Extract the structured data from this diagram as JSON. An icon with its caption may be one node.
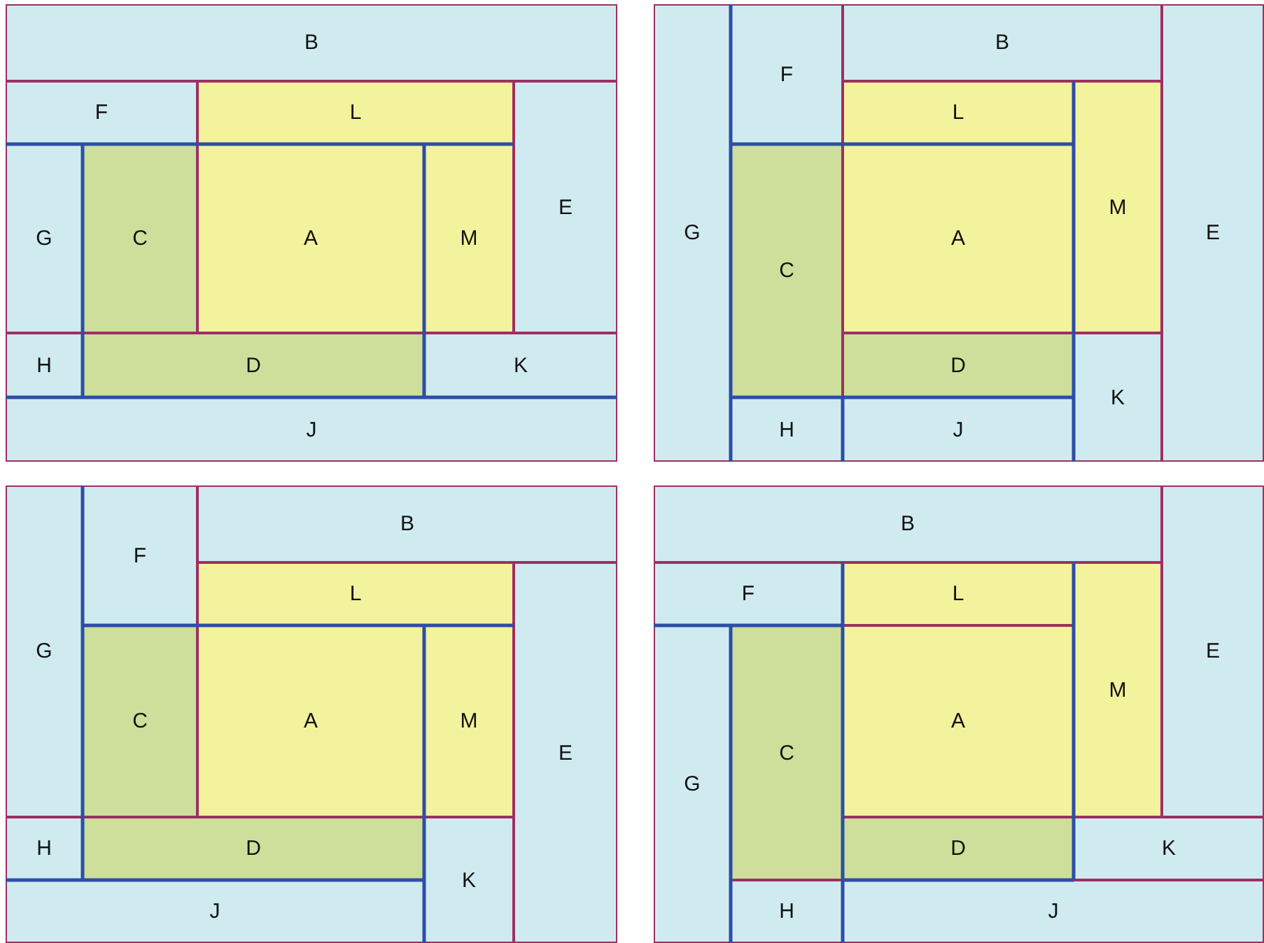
{
  "diagram": {
    "nodes": [
      {
        "text": [
          "B"
        ]
      },
      {
        "text": [
          "F"
        ]
      },
      {
        "text": [
          "L"
        ]
      },
      {
        "text": [
          "E"
        ]
      },
      {
        "text": [
          "G"
        ]
      },
      {
        "text": [
          "C"
        ]
      },
      {
        "text": [
          "A"
        ]
      },
      {
        "text": [
          "M"
        ]
      },
      {
        "text": [
          "H"
        ]
      },
      {
        "text": [
          "D"
        ]
      },
      {
        "text": [
          "K"
        ]
      },
      {
        "text": [
          "J"
        ]
      },
      {
        "text": [
          "B"
        ]
      },
      {
        "text": [
          "F"
        ]
      },
      {
        "text": [
          "L"
        ]
      },
      {
        "text": [
          "G"
        ]
      },
      {
        "text": [
          "C"
        ]
      },
      {
        "text": [
          "A"
        ]
      },
      {
        "text": [
          "M"
        ]
      },
      {
        "text": [
          "E"
        ]
      },
      {
        "text": [
          "D"
        ]
      },
      {
        "text": [
          "K"
        ]
      },
      {
        "text": [
          "H"
        ]
      },
      {
        "text": [
          "J"
        ]
      },
      {
        "text": [
          "B"
        ]
      },
      {
        "text": [
          "F"
        ]
      },
      {
        "text": [
          "L"
        ]
      },
      {
        "text": [
          "G"
        ]
      },
      {
        "text": [
          "C"
        ]
      },
      {
        "text": [
          "A"
        ]
      },
      {
        "text": [
          "M"
        ]
      },
      {
        "text": [
          "E"
        ]
      },
      {
        "text": [
          "H"
        ]
      },
      {
        "text": [
          "D"
        ]
      },
      {
        "text": [
          "K"
        ]
      },
      {
        "text": [
          "J"
        ]
      },
      {
        "text": [
          "B"
        ]
      },
      {
        "text": [
          "F"
        ]
      },
      {
        "text": [
          "L"
        ]
      },
      {
        "text": [
          "E"
        ]
      },
      {
        "text": [
          "G"
        ]
      },
      {
        "text": [
          "C"
        ]
      },
      {
        "text": [
          "A"
        ]
      },
      {
        "text": [
          "M"
        ]
      },
      {
        "text": [
          "D"
        ]
      },
      {
        "text": [
          "K"
        ]
      },
      {
        "text": [
          "H"
        ]
      },
      {
        "text": [
          "J"
        ]
      }
    ]
  }
}
